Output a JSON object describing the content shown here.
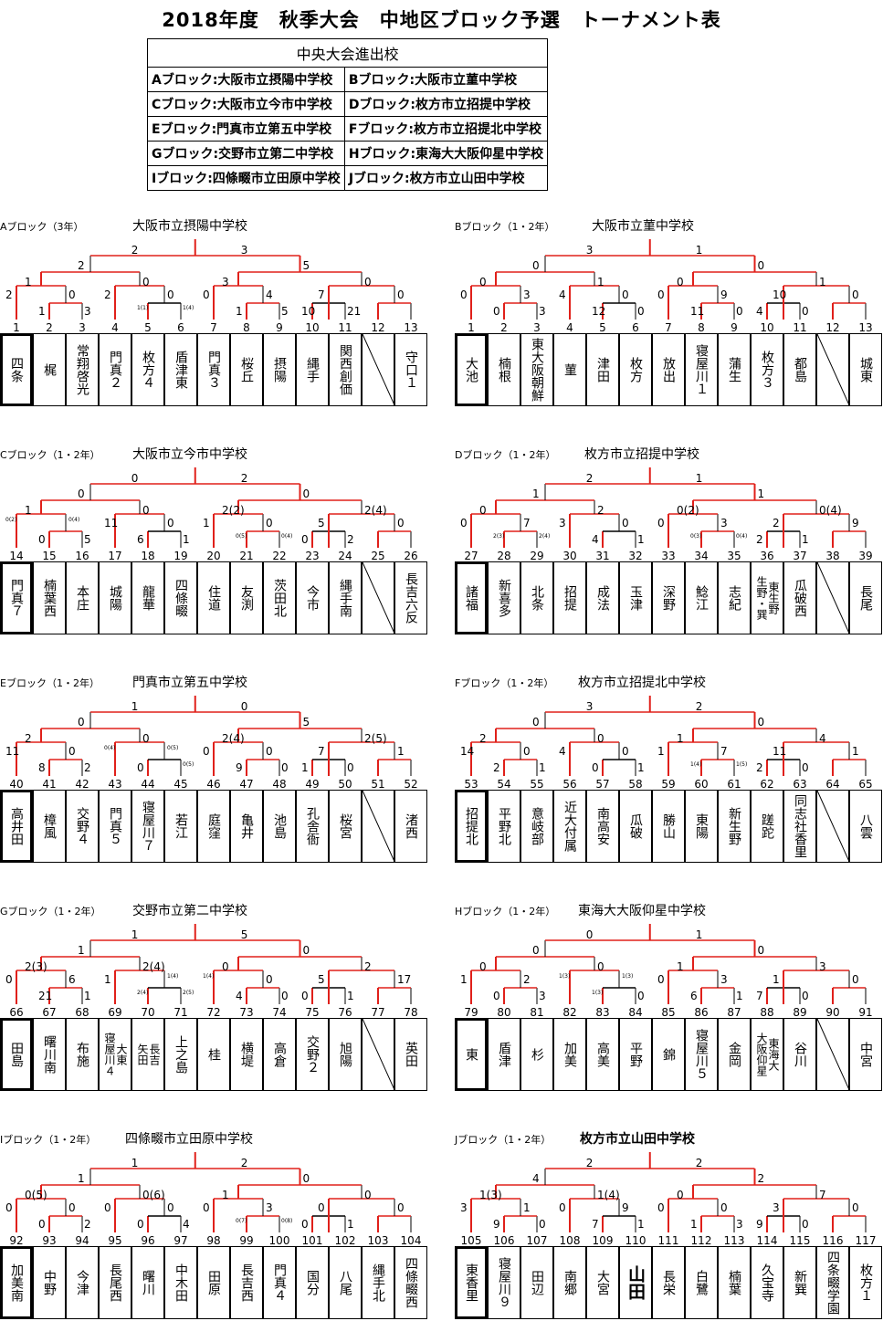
{
  "title": "2018年度　秋季大会　中地区ブロック予選　トーナメント表",
  "summary": {
    "header": "中央大会進出校",
    "rows": [
      [
        "Aブロック:大阪市立摂陽中学校",
        "Bブロック:大阪市立菫中学校"
      ],
      [
        "Cブロック:大阪市立今市中学校",
        "Dブロック:枚方市立招提中学校"
      ],
      [
        "Eブロック:門真市立第五中学校",
        "Fブロック:枚方市立招提北中学校"
      ],
      [
        "Gブロック:交野市立第二中学校",
        "Hブロック:東海大大阪仰星中学校"
      ],
      [
        "Iブロック:四條畷市立田原中学校",
        "Jブロック:枚方市立山田中学校"
      ]
    ]
  },
  "blocks": [
    {
      "label": "Aブロック（3年）",
      "winner": "大阪市立摂陽中学校",
      "nums": [
        "1",
        "2",
        "3",
        "4",
        "5",
        "6",
        "7",
        "8",
        "9",
        "10",
        "11",
        "12",
        "13"
      ],
      "teams": [
        "四条",
        "梶",
        "常翔啓光",
        "門真２",
        "枚方４",
        "盾津東",
        "門真３",
        "桜丘",
        "摂陽",
        "縄手",
        "関西創価",
        "",
        "守口１"
      ],
      "scores": {
        "r1": [
          "1",
          "3",
          "1(1)",
          "1(4)",
          "1",
          "5",
          "10",
          "21"
        ],
        "r2": [
          [
            "2",
            "0"
          ],
          [
            "2",
            "0"
          ],
          [
            "0",
            "4"
          ],
          [
            "7",
            "0"
          ]
        ],
        "r3": [
          [
            "1",
            "0"
          ],
          [
            "3",
            "0"
          ]
        ],
        "r4": [
          [
            "2",
            "5"
          ]
        ],
        "f": [
          [
            "2",
            "3"
          ]
        ]
      }
    },
    {
      "label": "Bブロック（1・2年）",
      "winner": "大阪市立菫中学校",
      "nums": [
        "1",
        "2",
        "3",
        "4",
        "5",
        "6",
        "7",
        "8",
        "9",
        "10",
        "11",
        "12",
        "13"
      ],
      "teams": [
        "大池",
        "楠根",
        "東大阪朝鮮",
        "菫",
        "津田",
        "枚方",
        "放出",
        "寝屋川１",
        "蒲生",
        "枚方３",
        "都島",
        "",
        "城東"
      ],
      "scores": {
        "r1": [
          "0",
          "3",
          "12",
          "0",
          "11",
          "0",
          "4",
          "0"
        ],
        "r2": [
          [
            "0",
            "3"
          ],
          [
            "4",
            "0"
          ],
          [
            "0",
            "9"
          ],
          [
            "10",
            "0"
          ]
        ],
        "r3": [
          [
            "0",
            "1"
          ],
          [
            "0",
            "1"
          ]
        ],
        "r4": [
          [
            "0",
            "0"
          ]
        ],
        "f": [
          [
            "3",
            "1"
          ]
        ]
      }
    },
    {
      "label": "Cブロック（1・2年）",
      "winner": "大阪市立今市中学校",
      "nums": [
        "14",
        "15",
        "16",
        "17",
        "18",
        "19",
        "20",
        "21",
        "22",
        "23",
        "24",
        "25",
        "26"
      ],
      "teams": [
        "門真７",
        "楠葉西",
        "本庄",
        "城陽",
        "龍華",
        "四條畷",
        "住道",
        "友渕",
        "茨田北",
        "今市",
        "縄手南",
        "",
        "長吉六反"
      ],
      "scores": {
        "r1": [
          "0",
          "5",
          "6",
          "1",
          "0(5)",
          "0(4)",
          "0",
          "2"
        ],
        "r2": [
          [
            "0(2)",
            "0(4)"
          ],
          [
            "11",
            "0"
          ],
          [
            "1",
            "0"
          ],
          [
            "5",
            "0"
          ]
        ],
        "r3": [
          [
            "1",
            "0"
          ],
          [
            "2(2)",
            "2(4)"
          ]
        ],
        "r4": [
          [
            "0",
            "0"
          ]
        ],
        "f": [
          [
            "0",
            "2"
          ]
        ]
      }
    },
    {
      "label": "Dブロック（1・2年）",
      "winner": "枚方市立招提中学校",
      "nums": [
        "27",
        "28",
        "29",
        "30",
        "31",
        "32",
        "33",
        "34",
        "35",
        "36",
        "37",
        "38",
        "39"
      ],
      "teams": [
        "諸福",
        "新喜多",
        "北条",
        "招提",
        "成法",
        "玉津",
        "深野",
        "鯰江",
        "志紀",
        "生野・巽|東生野",
        "瓜破西",
        "",
        "長尾"
      ],
      "scores": {
        "r1": [
          "2(3)",
          "2(4)",
          "4",
          "1",
          "0(3)",
          "0(4)",
          "2",
          "1"
        ],
        "r2": [
          [
            "0",
            "7"
          ],
          [
            "3",
            "0"
          ],
          [
            "0",
            "3"
          ],
          [
            "2",
            "9"
          ]
        ],
        "r3": [
          [
            "0",
            "2"
          ],
          [
            "0(2)",
            "0(4)"
          ]
        ],
        "r4": [
          [
            "1",
            "1"
          ]
        ],
        "f": [
          [
            "2",
            "1"
          ]
        ]
      }
    },
    {
      "label": "Eブロック（1・2年）",
      "winner": "門真市立第五中学校",
      "nums": [
        "40",
        "41",
        "42",
        "43",
        "44",
        "45",
        "46",
        "47",
        "48",
        "49",
        "50",
        "51",
        "52"
      ],
      "teams": [
        "高井田",
        "樟風",
        "交野４",
        "門真５",
        "寝屋川７",
        "若江",
        "庭窪",
        "亀井",
        "池島",
        "孔舎衙",
        "桜宮",
        "",
        "渚西"
      ],
      "scores": {
        "r1": [
          "8",
          "2",
          "0",
          "0(5)",
          "9",
          "0",
          "1",
          "0"
        ],
        "r2": [
          [
            "11",
            "0"
          ],
          [
            "0(4)",
            "0(5)"
          ],
          [
            "0",
            "0"
          ],
          [
            "7",
            "1"
          ]
        ],
        "r3": [
          [
            "2",
            "0"
          ],
          [
            "2(4)",
            "2(5)"
          ]
        ],
        "r4": [
          [
            "0",
            "5"
          ]
        ],
        "f": [
          [
            "1",
            "0"
          ]
        ]
      }
    },
    {
      "label": "Fブロック（1・2年）",
      "winner": "枚方市立招提北中学校",
      "nums": [
        "53",
        "54",
        "55",
        "56",
        "57",
        "58",
        "59",
        "60",
        "61",
        "62",
        "63",
        "64",
        "65"
      ],
      "teams": [
        "招提北",
        "平野北",
        "意岐部",
        "近大付属",
        "南高安",
        "瓜破",
        "勝山",
        "東陽",
        "新生野",
        "蹉跎",
        "同志社香里",
        "",
        "八雲"
      ],
      "scores": {
        "r1": [
          "2",
          "1",
          "0",
          "1",
          "1(4)",
          "1(5)",
          "2",
          "0"
        ],
        "r2": [
          [
            "14",
            "0"
          ],
          [
            "4",
            "0"
          ],
          [
            "1",
            "7"
          ],
          [
            "11",
            "1"
          ]
        ],
        "r3": [
          [
            "2",
            "0"
          ],
          [
            "1",
            "4"
          ]
        ],
        "r4": [
          [
            "0",
            "0"
          ]
        ],
        "f": [
          [
            "3",
            "2"
          ]
        ]
      }
    },
    {
      "label": "Gブロック（1・2年）",
      "winner": "交野市立第二中学校",
      "nums": [
        "66",
        "67",
        "68",
        "69",
        "70",
        "71",
        "72",
        "73",
        "74",
        "75",
        "76",
        "77",
        "78"
      ],
      "teams": [
        "田島",
        "曙川南",
        "布施",
        "寝屋川４|大東",
        "矢田|長吉",
        "上之島",
        "桂",
        "横堤",
        "高倉",
        "交野２",
        "旭陽",
        "",
        "英田"
      ],
      "scores": {
        "r1": [
          "21",
          "1",
          "2(4)",
          "2(5)",
          "4",
          "0",
          "0",
          "1"
        ],
        "r2": [
          [
            "0",
            "6"
          ],
          [
            "1",
            "1(4)"
          ],
          [
            "1(4)",
            "0"
          ],
          [
            "5",
            "17"
          ]
        ],
        "r3": [
          [
            "2(3)",
            "2(4)"
          ],
          [
            "0",
            "2"
          ]
        ],
        "r4": [
          [
            "1",
            "0"
          ]
        ],
        "f": [
          [
            "1",
            "5"
          ]
        ]
      }
    },
    {
      "label": "Hブロック（1・2年）",
      "winner": "東海大大阪仰星中学校",
      "nums": [
        "79",
        "80",
        "81",
        "82",
        "83",
        "84",
        "85",
        "86",
        "87",
        "88",
        "89",
        "90",
        "91"
      ],
      "teams": [
        "東",
        "盾津",
        "杉",
        "加美",
        "高美",
        "平野",
        "錦",
        "寝屋川５",
        "金岡",
        "大阪仰星|東海大",
        "谷川",
        "",
        "中宮"
      ],
      "scores": {
        "r1": [
          "0",
          "3",
          "1(3)",
          "0",
          "6",
          "1",
          "7",
          "0"
        ],
        "r2": [
          [
            "1",
            "2"
          ],
          [
            "1(3)",
            "1(3)"
          ],
          [
            "0",
            "3"
          ],
          [
            "1",
            "0"
          ]
        ],
        "r3": [
          [
            "0",
            "0"
          ],
          [
            "1",
            "3"
          ]
        ],
        "r4": [
          [
            "0",
            "0"
          ]
        ],
        "f": [
          [
            "0",
            "1"
          ]
        ]
      }
    },
    {
      "label": "Iブロック（1・2年）",
      "winner": "四條畷市立田原中学校",
      "nums": [
        "92",
        "93",
        "94",
        "95",
        "96",
        "97",
        "98",
        "99",
        "100",
        "101",
        "102",
        "103",
        "104"
      ],
      "teams": [
        "加美南",
        "中野",
        "今津",
        "長尾西",
        "曙川",
        "中木田",
        "田原",
        "長吉西",
        "門真４",
        "国分",
        "八尾",
        "縄手北",
        "四條畷西"
      ],
      "scores": {
        "r1": [
          "0",
          "2",
          "0",
          "4",
          "0(7)",
          "0(8)",
          "0",
          "1"
        ],
        "r2": [
          [
            "0",
            "0"
          ],
          [
            "0",
            "0"
          ],
          [
            "0",
            "3"
          ],
          [
            "0",
            "0"
          ]
        ],
        "r3": [
          [
            "0(5)",
            "0(6)"
          ],
          [
            "1",
            "0"
          ]
        ],
        "r4": [
          [
            "1",
            "0"
          ]
        ],
        "f": [
          [
            "1",
            "2"
          ]
        ]
      }
    },
    {
      "label": "Jブロック（1・2年）",
      "winner": "枚方市立山田中学校",
      "nums": [
        "105",
        "106",
        "107",
        "108",
        "109",
        "110",
        "111",
        "112",
        "113",
        "114",
        "115",
        "116",
        "117"
      ],
      "teams": [
        "東香里",
        "寝屋川９",
        "田辺",
        "南郷",
        "大宮",
        "山田",
        "長栄",
        "白鷺",
        "楠葉",
        "久宝寺",
        "新巽",
        "四条畷学園",
        "枚方１"
      ],
      "scores": {
        "r1": [
          "9",
          "0",
          "7",
          "1",
          "1",
          "3",
          "9",
          "0"
        ],
        "r2": [
          [
            "3",
            "1"
          ],
          [
            "0",
            "9"
          ],
          [
            "0",
            "0"
          ],
          [
            "3",
            "0"
          ]
        ],
        "r3": [
          [
            "1(3)",
            "1(4)"
          ],
          [
            "0",
            "7"
          ]
        ],
        "r4": [
          [
            "4",
            "2"
          ]
        ],
        "f": [
          [
            "2",
            "2"
          ]
        ]
      }
    }
  ],
  "colors": {
    "red": "#e0201a",
    "black": "#000000"
  }
}
